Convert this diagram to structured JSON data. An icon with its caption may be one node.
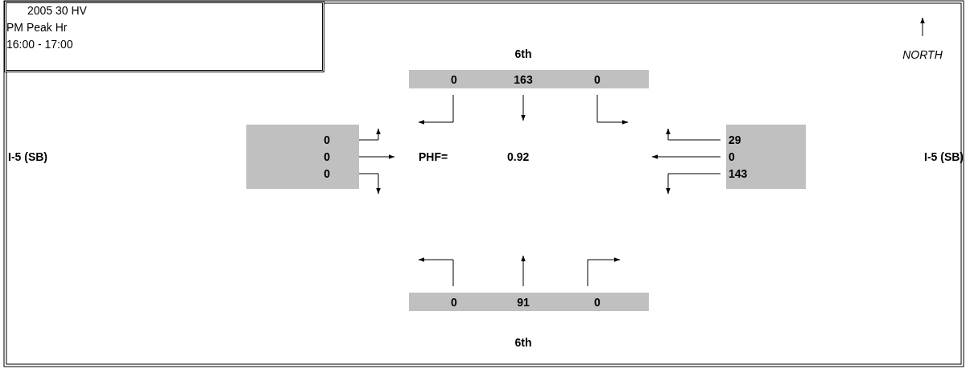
{
  "diagram": {
    "nodes": [
      {
        "text": [
          "2005 30 HV",
          "PM Peak Hr",
          "16:00 - 17:00"
        ]
      },
      {
        "text": [
          "0",
          "163",
          "0"
        ]
      },
      {
        "text": [
          "0",
          "0",
          "0"
        ]
      },
      {
        "text": [
          "29",
          "0",
          "143"
        ]
      },
      {
        "text": [
          "0",
          "91",
          "0"
        ]
      }
    ],
    "edges": [
      {
        "from": 1,
        "to": null,
        "arrow": "to"
      },
      {
        "from": 1,
        "to": null,
        "arrow": "to"
      },
      {
        "from": 1,
        "to": null,
        "arrow": "to"
      },
      {
        "from": 2,
        "to": null,
        "arrow": "to"
      },
      {
        "from": 2,
        "to": null,
        "arrow": "to"
      },
      {
        "from": 2,
        "to": null,
        "arrow": "to"
      },
      {
        "from": 3,
        "to": null,
        "arrow": "to"
      },
      {
        "from": 3,
        "to": null,
        "arrow": "to"
      },
      {
        "from": 3,
        "to": null,
        "arrow": "to"
      },
      {
        "from": 4,
        "to": null,
        "arrow": "to"
      },
      {
        "from": 4,
        "to": null,
        "arrow": "to"
      },
      {
        "from": 4,
        "to": null,
        "arrow": "to"
      }
    ],
    "labels": [
      "6th",
      "NORTH",
      "I-5 (SB)",
      "PHF=",
      "0.92",
      "I-5 (SB)",
      "6th"
    ]
  }
}
